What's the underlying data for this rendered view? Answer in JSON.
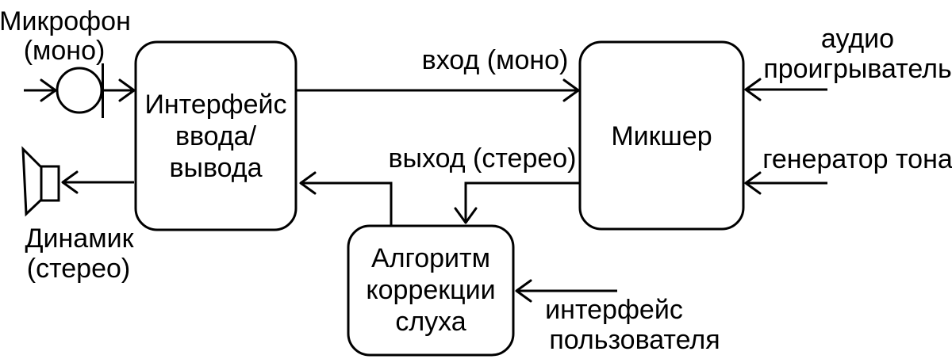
{
  "blocks": {
    "io_interface": {
      "lines": [
        "Интерфейс",
        "ввода/",
        "вывода"
      ]
    },
    "mixer": {
      "lines": [
        "Микшер"
      ]
    },
    "hearing_correction": {
      "lines": [
        "Алгоритм",
        "коррекции",
        "слуха"
      ]
    }
  },
  "external_labels": {
    "microphone": [
      "Микрофон",
      "(моно)"
    ],
    "speaker": [
      "Динамик",
      "(стерео)"
    ],
    "audio_player": [
      "аудио",
      "проигрыватель"
    ],
    "tone_generator": "генератор тона",
    "user_interface": [
      "интерфейс",
      "пользователя"
    ]
  },
  "edge_labels": {
    "input_mono": "вход (моно)",
    "output_stereo": "выход (стерео)"
  },
  "colors": {
    "stroke": "#000000",
    "text": "#000000",
    "background": "#ffffff"
  }
}
